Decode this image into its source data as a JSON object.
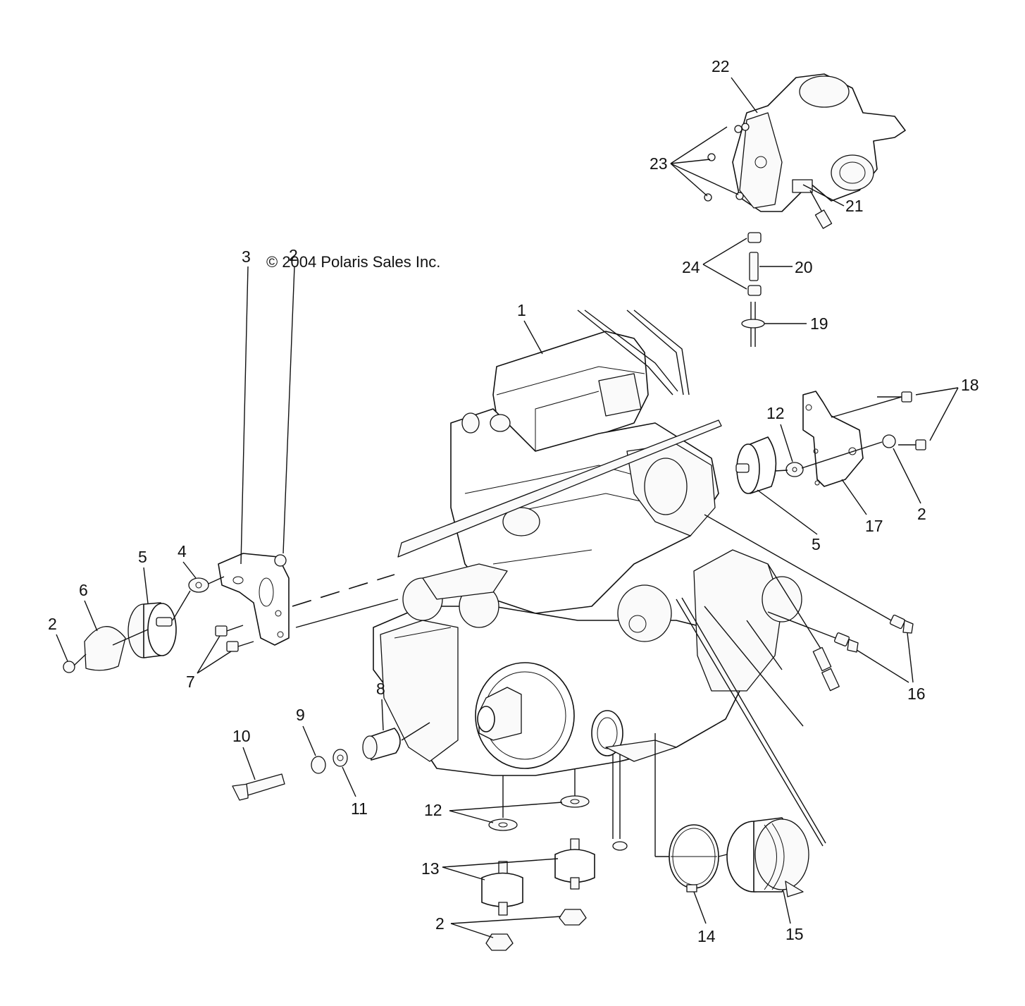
{
  "copyright": "© 2004 Polaris Sales Inc.",
  "callouts": {
    "c1": "1",
    "c2a": "2",
    "c2b": "2",
    "c2c": "2",
    "c2d": "2",
    "c3": "3",
    "c4": "4",
    "c5a": "5",
    "c5b": "5",
    "c6": "6",
    "c7": "7",
    "c8": "8",
    "c9": "9",
    "c10": "10",
    "c11": "11",
    "c12a": "12",
    "c12b": "12",
    "c13": "13",
    "c14": "14",
    "c15": "15",
    "c16": "16",
    "c17": "17",
    "c18": "18",
    "c19": "19",
    "c20": "20",
    "c21": "21",
    "c22": "22",
    "c23": "23",
    "c24": "24"
  }
}
